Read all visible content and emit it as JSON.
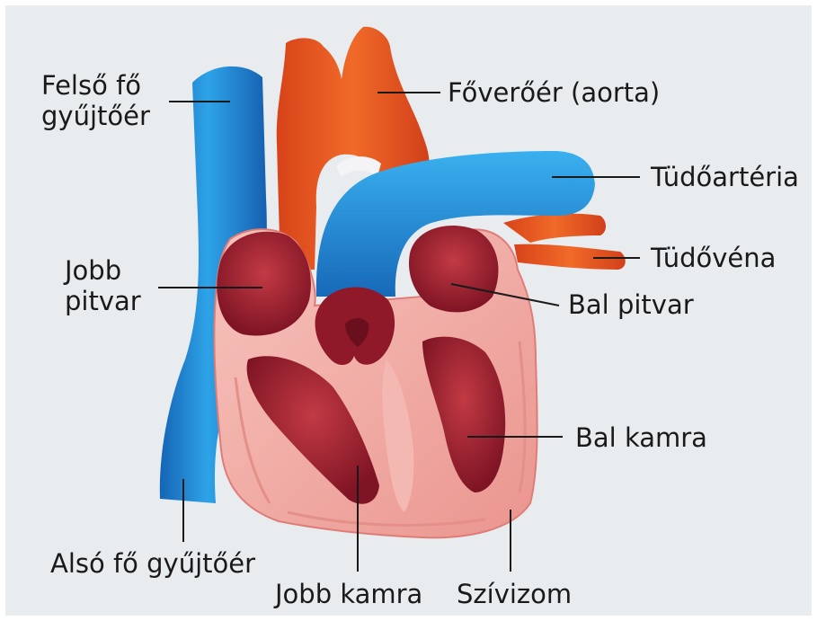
{
  "colors": {
    "background": "#e8ecef",
    "vein_blue": "#1f8fd6",
    "artery_orange": "#e8501c",
    "muscle_pink": "#f2a9a3",
    "chamber_red": "#9c1c2c",
    "leader_line": "#1a1a1a"
  },
  "labels": {
    "superior_vena_cava": {
      "line1": "Felső fő",
      "line2": "gyűjtőér"
    },
    "aorta": "Főverőér (aorta)",
    "pulmonary_artery": "Tüdőartéria",
    "pulmonary_vein": "Tüdővéna",
    "right_atrium": {
      "line1": "Jobb",
      "line2": "pitvar"
    },
    "left_atrium": "Bal pitvar",
    "left_ventricle": "Bal kamra",
    "inferior_vena_cava": "Alsó fő gyűjtőér",
    "right_ventricle": "Jobb kamra",
    "myocardium": "Szívizom"
  }
}
